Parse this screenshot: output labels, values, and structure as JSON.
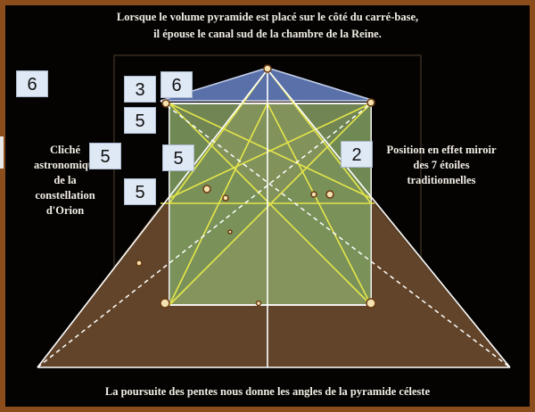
{
  "texts": {
    "top_line_1": "Lorsque le volume pyramide est placé sur le côté du carré-base,",
    "top_line_2": "il épouse le canal sud de la chambre de la Reine.",
    "left_caption": "Cliché astronomique de la constellation d'Orion",
    "right_caption": "Position en effet miroir des 7 étoiles traditionnelles",
    "bottom_caption": "La poursuite des pentes nous donne les angles de la pyramide céleste"
  },
  "badges": [
    "6",
    "3",
    "6",
    "5",
    "5",
    "5",
    "5",
    "2"
  ],
  "colors": {
    "frame": "#8b4d1b",
    "background": "#050302",
    "pyramid_brown": "#6a4a2c",
    "square_green": "#8eab6a",
    "blue_cap": "#5a70a8",
    "lines_yellow": "#e6e64a",
    "lines_white": "#ffffff"
  }
}
